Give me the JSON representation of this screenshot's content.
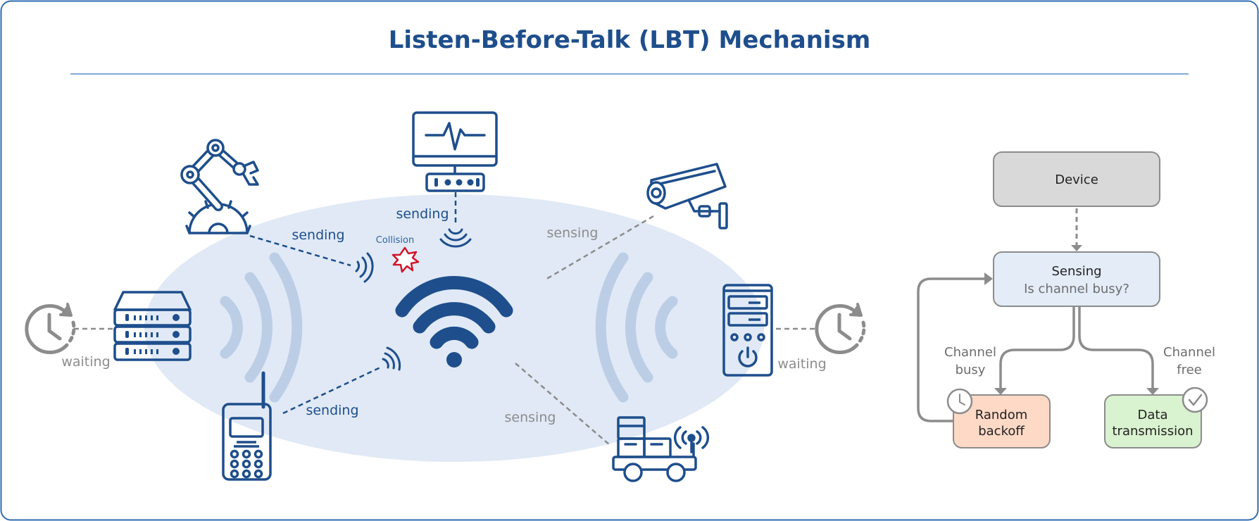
{
  "title": "Listen-Before-Talk (LBT) Mechanism",
  "labels": {
    "robot": "sending",
    "monitor": "sending",
    "radio": "sending",
    "camera": "sensing",
    "cart": "sensing",
    "server_left": "waiting",
    "server_right": "waiting",
    "collision": "Collision"
  },
  "flow": {
    "device": "Device",
    "sensing_title": "Sensing",
    "sensing_question": "Is channel busy?",
    "busy_line1": "Channel",
    "busy_line2": "busy",
    "free_line1": "Channel",
    "free_line2": "free",
    "backoff_line1": "Random",
    "backoff_line2": "backoff",
    "data_line1": "Data",
    "data_line2": "transmission"
  },
  "colors": {
    "primary": "#1e4e8c",
    "ellipse": "#e0e9f5",
    "arc": "#bccee6",
    "gray": "#8c8c8c",
    "collision": "#d0142c",
    "device_box": "#d9d9d9",
    "sensing_box": "#e3ecf7",
    "backoff_box": "#fdd9c6",
    "data_box": "#d9f2cf"
  },
  "icons": [
    "robot-arm-icon",
    "monitor-icon",
    "camera-icon",
    "server-icon",
    "tower-server-icon",
    "walkie-talkie-icon",
    "cart-icon",
    "wifi-icon",
    "clock-icon",
    "check-icon",
    "collision-icon"
  ]
}
